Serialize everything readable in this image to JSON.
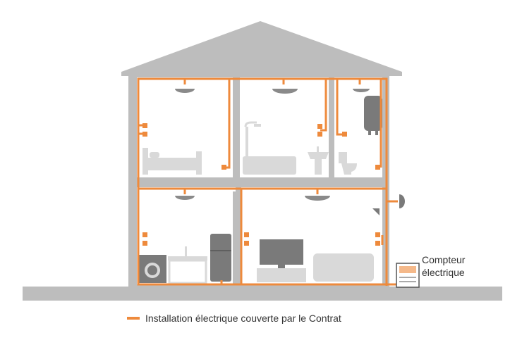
{
  "meter": {
    "line1": "Compteur",
    "line2": "électrique"
  },
  "legend": {
    "label": "Installation électrique couverte par le Contrat"
  },
  "colors": {
    "wire": "#ee8a3c",
    "structure": "#bdbdbd",
    "appliance": "#d9d9d9",
    "dark": "#7a7a7a"
  }
}
